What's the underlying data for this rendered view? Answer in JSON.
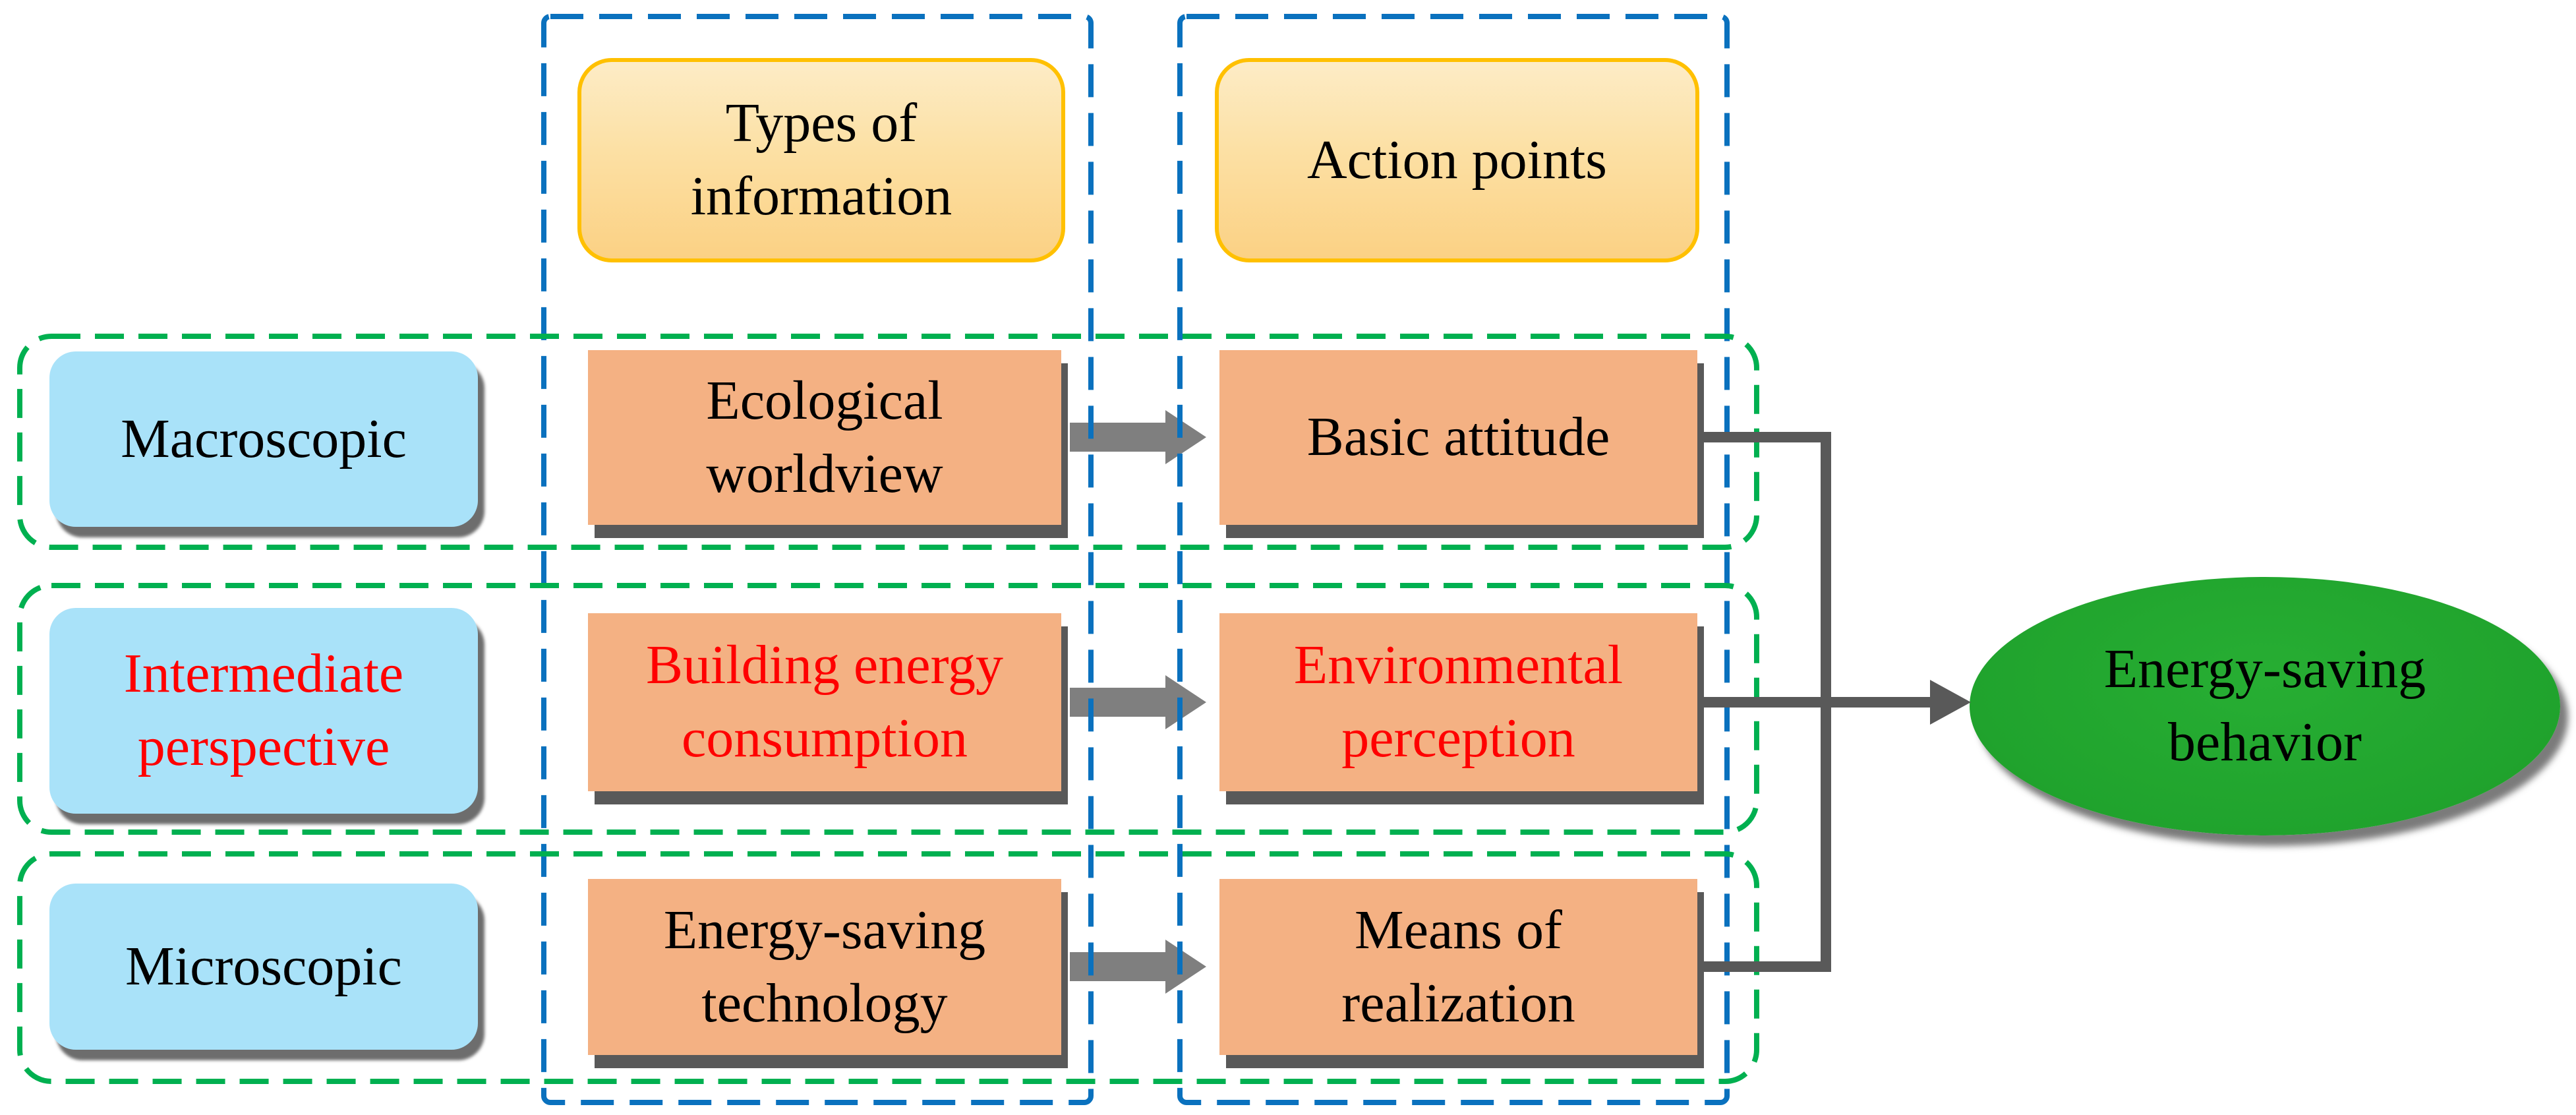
{
  "figure": {
    "columns": [
      {
        "header": "Types of\ninformation"
      },
      {
        "header": "Action points"
      }
    ],
    "rows": [
      {
        "perspective": "Macroscopic",
        "information": "Ecological\nworldview",
        "action": "Basic attitude",
        "highlighted": false
      },
      {
        "perspective": "Intermediate\nperspective",
        "information": "Building energy\nconsumption",
        "action": "Environmental\nperception",
        "highlighted": true
      },
      {
        "perspective": "Microscopic",
        "information": "Energy-saving\ntechnology",
        "action": "Means of\nrealization",
        "highlighted": false
      }
    ],
    "outcome": "Energy-saving\nbehavior",
    "colors": {
      "header_fill_top": "#FDECC6",
      "header_fill_bottom": "#FBD184",
      "header_border": "#FFC000",
      "perspective_fill": "#A9E2F9",
      "node_fill": "#F4B183",
      "outcome_fill": "#20A32D",
      "highlight_text": "#FF0000",
      "text": "#000000",
      "column_outline": "#0A71BE",
      "row_outline": "#00B050",
      "flow_arrow": "#7F7F7F",
      "connector": "#595959",
      "shadow": "#595959"
    }
  }
}
